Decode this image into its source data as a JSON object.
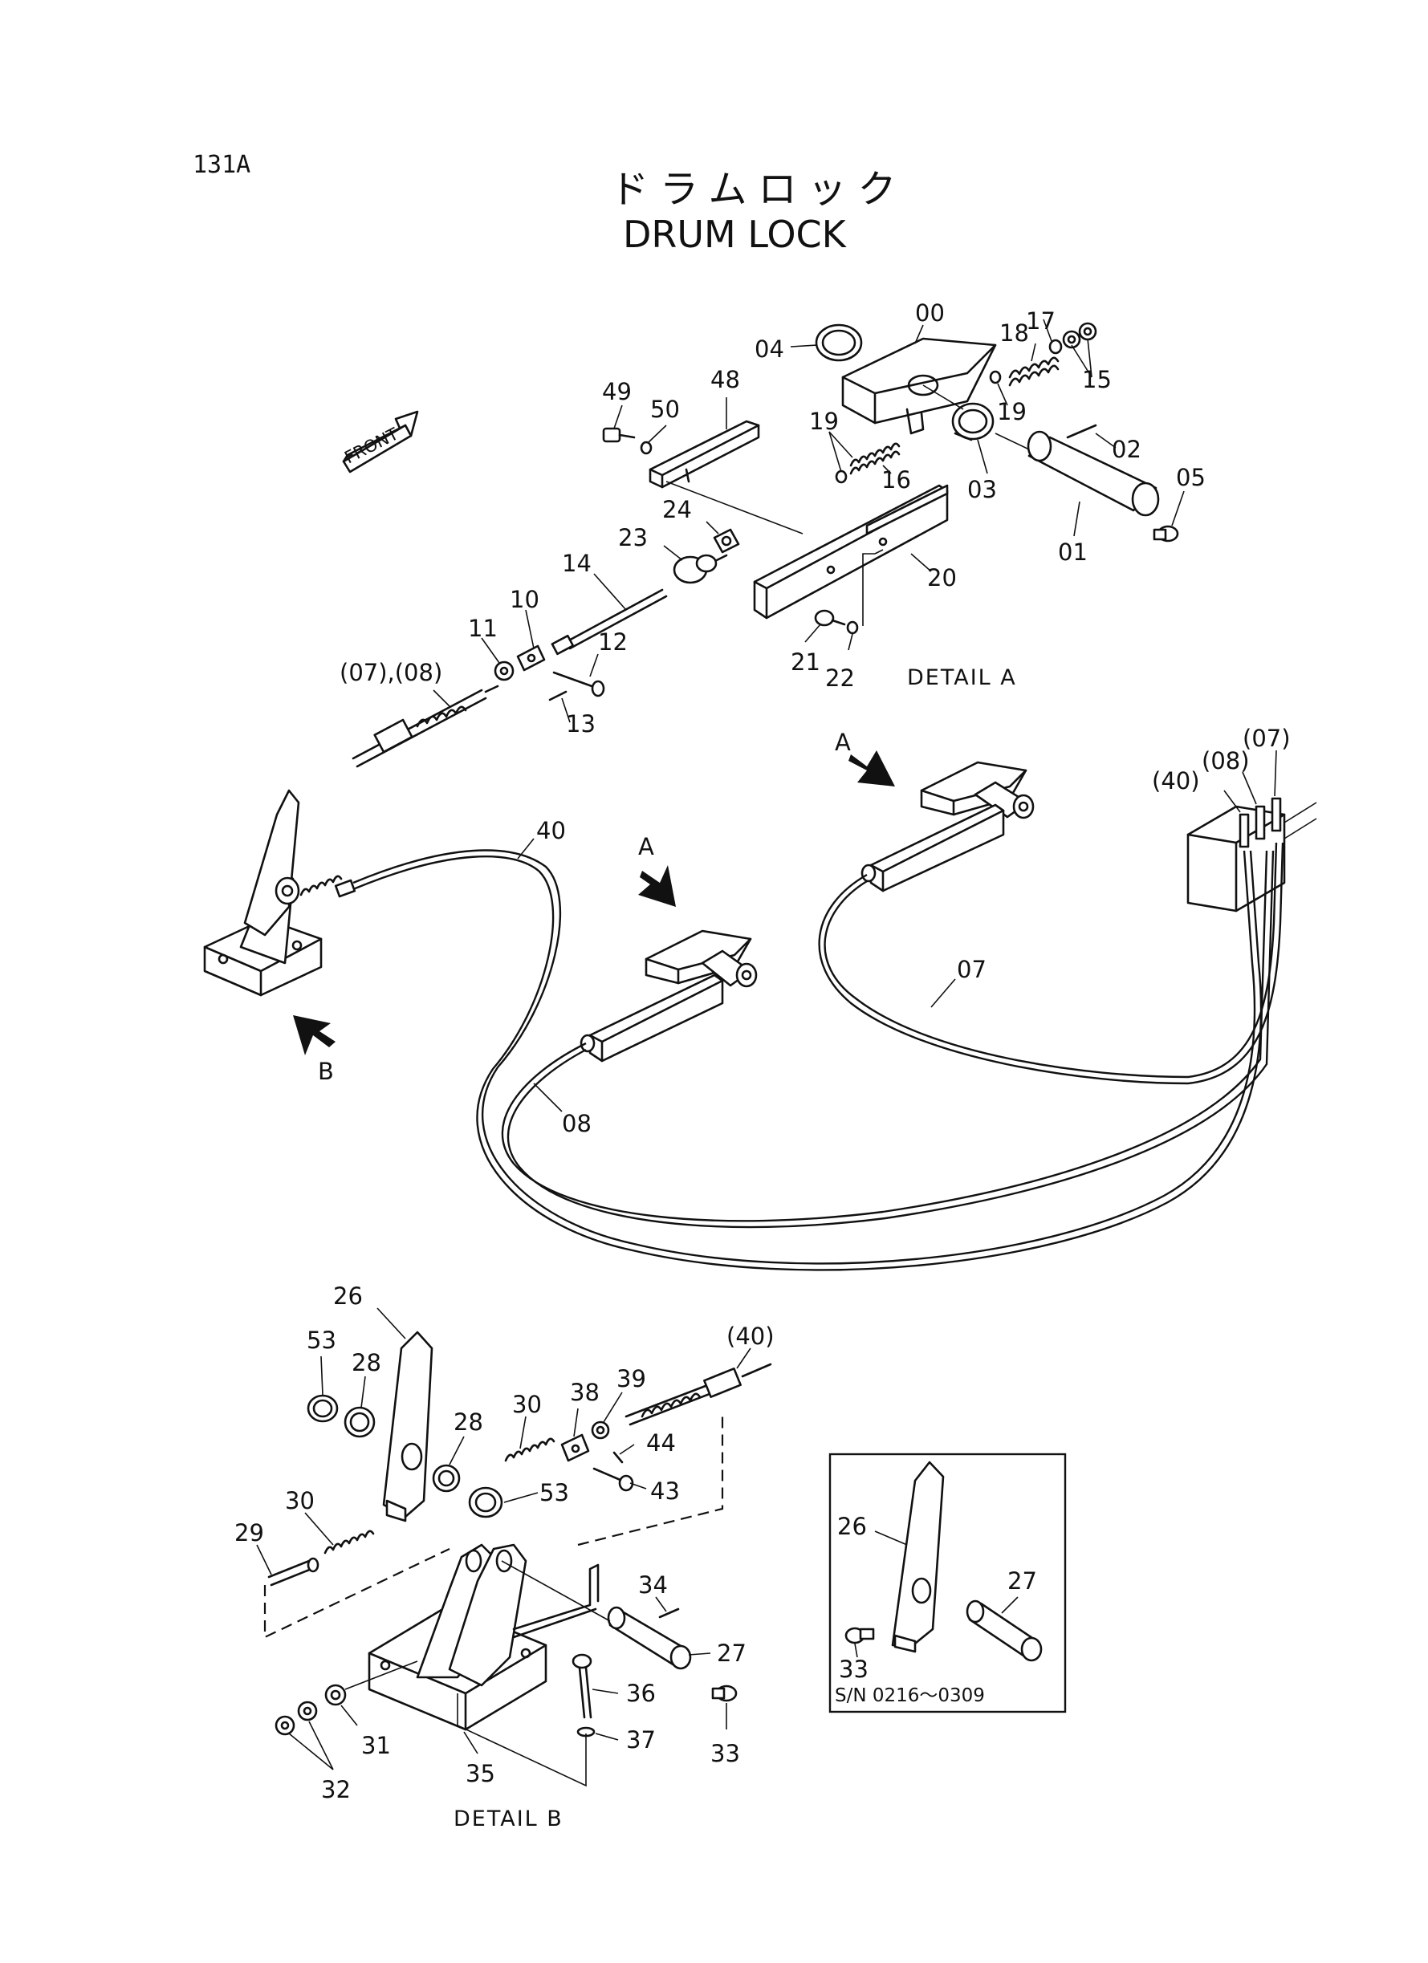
{
  "page_number": "131A",
  "title_jp": "ドラムロック",
  "title_en": "DRUM LOCK",
  "front_label": "FRONT",
  "captions": {
    "detail_a": "DETAIL  A",
    "detail_b": "DETAIL  B",
    "serial_range": "S/N  0216～0309"
  },
  "view_arrows": {
    "a1": "A",
    "a2": "A",
    "b": "B"
  },
  "part_labels": {
    "p00": "00",
    "p01": "01",
    "p02": "02",
    "p03": "03",
    "p04": "04",
    "p05": "05",
    "p07_08": "(07),(08)",
    "p10": "10",
    "p11": "11",
    "p12": "12",
    "p13": "13",
    "p14": "14",
    "p15": "15",
    "p16": "16",
    "p17": "17",
    "p18": "18",
    "p19a": "19",
    "p19b": "19",
    "p20": "20",
    "p21": "21",
    "p22": "22",
    "p23": "23",
    "p24": "24",
    "p48": "48",
    "p49": "49",
    "p50": "50",
    "c40": "40",
    "c07": "07",
    "c08": "08",
    "c40p": "(40)",
    "c08p": "(08)",
    "c07p": "(07)",
    "b26": "26",
    "b53a": "53",
    "b28a": "28",
    "b28b": "28",
    "b30a": "30",
    "b30b": "30",
    "b38": "38",
    "b39": "39",
    "b40p": "(40)",
    "b44": "44",
    "b43": "43",
    "b53b": "53",
    "b29": "29",
    "b34": "34",
    "b27": "27",
    "b36": "36",
    "b37": "37",
    "b33": "33",
    "b31": "31",
    "b32": "32",
    "b35": "35",
    "i26": "26",
    "i27": "27",
    "i33": "33"
  }
}
